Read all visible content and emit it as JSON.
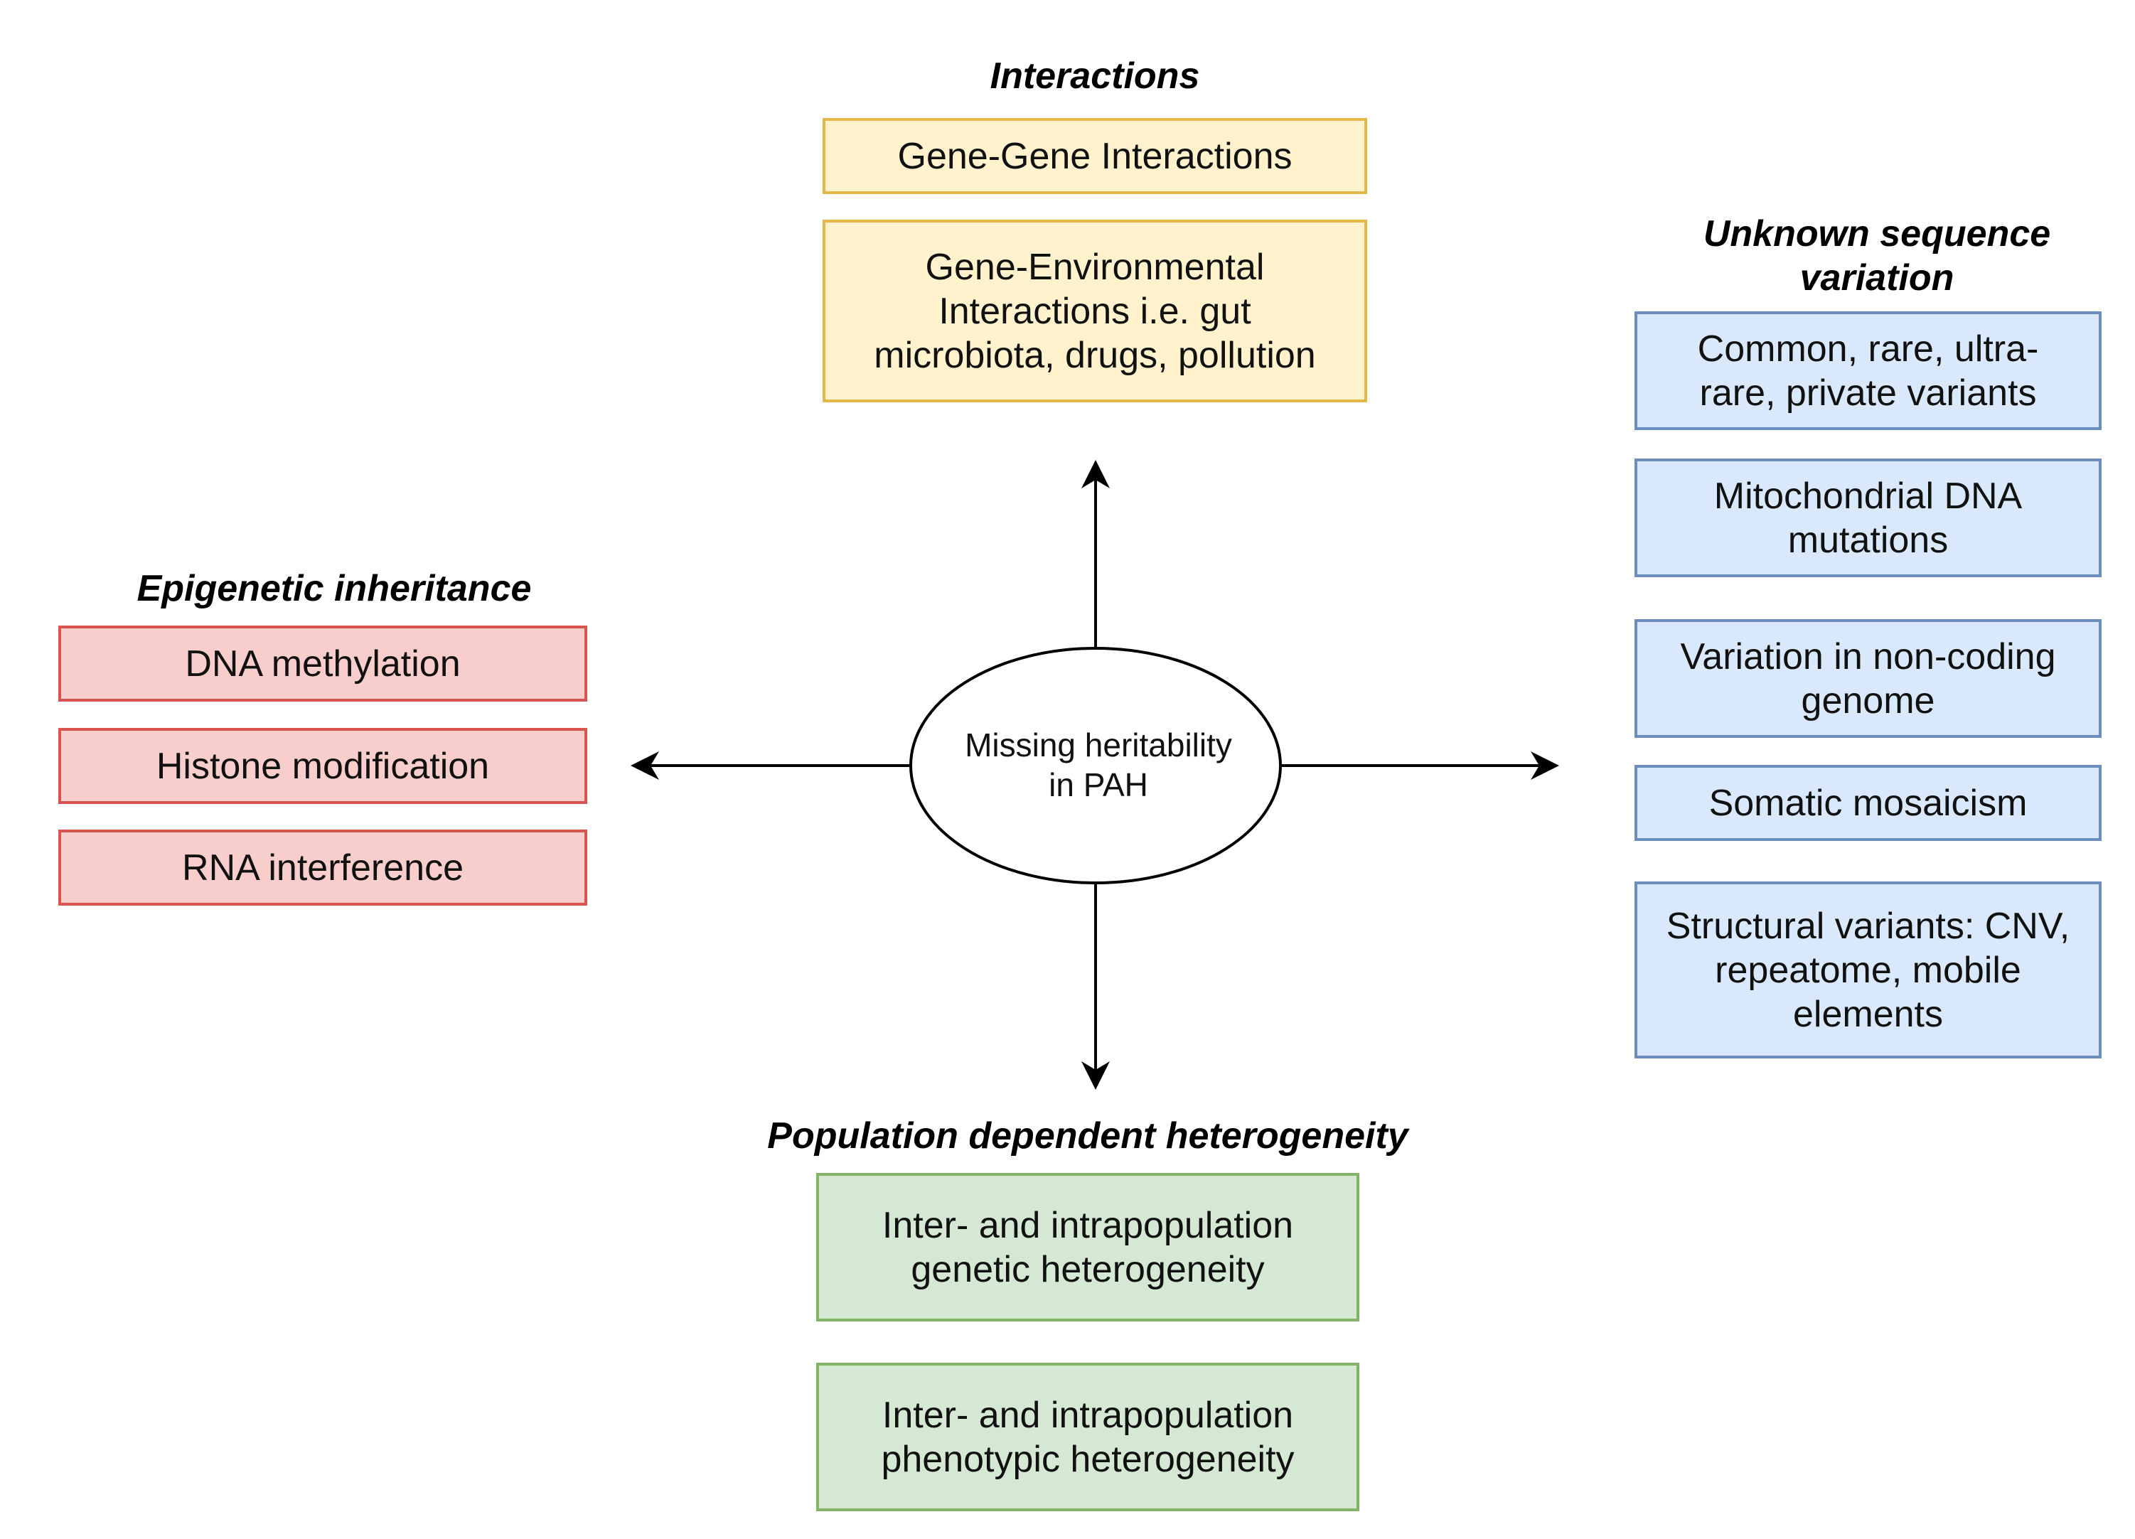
{
  "center": {
    "line1": "Missing heritability",
    "line2": "in PAH"
  },
  "interactions": {
    "heading": "Interactions",
    "items": [
      "Gene-Gene Interactions",
      "Gene-Environmental Interactions i.e. gut microbiota, drugs, pollution"
    ]
  },
  "unknown_sequence": {
    "heading_line1": "Unknown sequence",
    "heading_line2": "variation",
    "items": [
      "Common, rare, ultra-rare, private variants",
      "Mitochondrial DNA mutations",
      "Variation in non-coding genome",
      "Somatic mosaicism",
      "Structural variants: CNV, repeatome, mobile elements"
    ]
  },
  "epigenetic": {
    "heading": "Epigenetic inheritance",
    "items": [
      "DNA methylation",
      "Histone modification",
      "RNA interference"
    ]
  },
  "population": {
    "heading": "Population dependent heterogeneity",
    "items": [
      "Inter- and intrapopulation genetic heterogeneity",
      "Inter- and intrapopulation phenotypic heterogeneity"
    ]
  },
  "colors": {
    "interactions_fill": "#fff2cc",
    "unknown_fill": "#dae8fc",
    "epigenetic_fill": "#f8cecc",
    "population_fill": "#d5e8d4"
  }
}
